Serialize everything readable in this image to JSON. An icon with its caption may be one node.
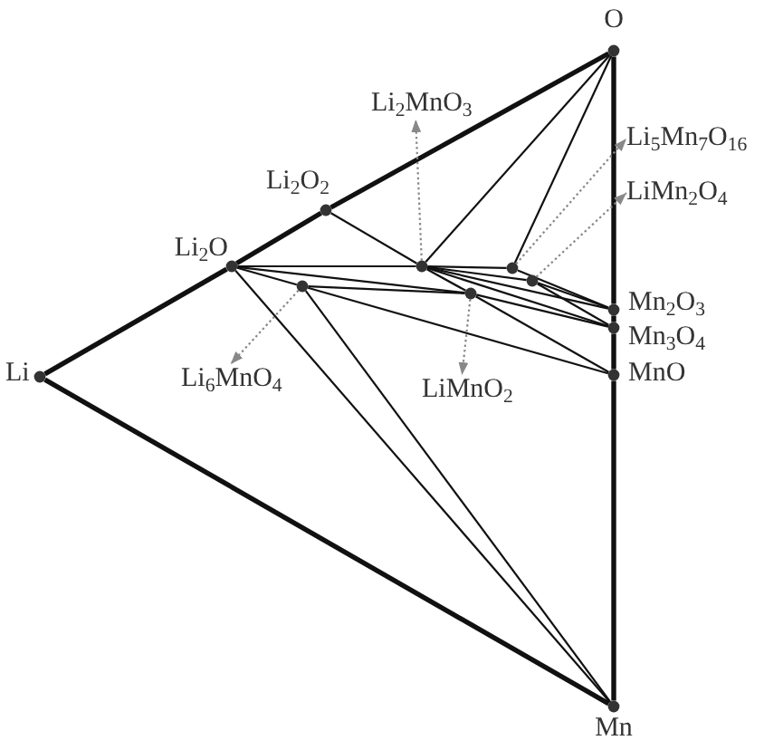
{
  "diagram": {
    "nodes": [
      {
        "text": [],
        "shape": "circle",
        "beside": [
          "O"
        ]
      },
      {
        "text": [
          "Li$_{2}$MnO$_{3}$"
        ]
      },
      {
        "text": [
          "Li$_{5}$Mn$_{7}$O$_{16}$"
        ]
      },
      {
        "text": [],
        "shape": "circle",
        "beside": [
          "Li$_{2}$O$_{2}$"
        ]
      },
      {
        "text": [
          "LiMn$_{2}$O$_{4}$"
        ]
      },
      {
        "text": [],
        "shape": "circle",
        "beside": [
          "Li$_{2}$O"
        ]
      },
      {
        "text": [],
        "shape": "circle"
      },
      {
        "text": [],
        "shape": "circle"
      },
      {
        "text": [],
        "shape": "circle"
      },
      {
        "text": [],
        "shape": "circle"
      },
      {
        "text": [],
        "shape": "circle"
      },
      {
        "text": [],
        "shape": "circle",
        "beside": [
          "Mn$_{2}$O$_{3}$"
        ]
      },
      {
        "text": [],
        "shape": "circle",
        "beside": [
          "Mn$_{3}$O$_{4}$"
        ]
      },
      {
        "text": [],
        "shape": "circle",
        "beside": [
          "MnO"
        ]
      },
      {
        "text": [],
        "shape": "circle",
        "beside": [
          "Li"
        ]
      },
      {
        "text": [
          "Li$_{6}$MnO$_{4}$"
        ]
      },
      {
        "text": [
          "LiMnO$_{2}$"
        ]
      },
      {
        "text": [],
        "shape": "circle",
        "beside": [
          "Mn"
        ]
      }
    ],
    "edges": [
      {
        "from": 0,
        "to": 3,
        "arrow": "none",
        "style": "thick"
      },
      {
        "from": 3,
        "to": 5,
        "arrow": "none",
        "style": "thick"
      },
      {
        "from": 5,
        "to": 14,
        "arrow": "none",
        "style": "thick"
      },
      {
        "from": 14,
        "to": 17,
        "arrow": "none",
        "style": "thick"
      },
      {
        "from": 17,
        "to": 13,
        "arrow": "none",
        "style": "thick"
      },
      {
        "from": 13,
        "to": 12,
        "arrow": "none",
        "style": "thick"
      },
      {
        "from": 12,
        "to": 11,
        "arrow": "none",
        "style": "thick"
      },
      {
        "from": 11,
        "to": 0,
        "arrow": "none",
        "style": "thick"
      },
      {
        "from": 0,
        "to": 6,
        "arrow": "none"
      },
      {
        "from": 0,
        "to": 7,
        "arrow": "none"
      },
      {
        "from": 3,
        "to": 6,
        "arrow": "none"
      },
      {
        "from": 5,
        "to": 6,
        "arrow": "none"
      },
      {
        "from": 6,
        "to": 7,
        "arrow": "none"
      },
      {
        "from": 6,
        "to": 8,
        "arrow": "none"
      },
      {
        "from": 6,
        "to": 11,
        "arrow": "none"
      },
      {
        "from": 6,
        "to": 12,
        "arrow": "none"
      },
      {
        "from": 7,
        "to": 11,
        "arrow": "none"
      },
      {
        "from": 8,
        "to": 11,
        "arrow": "none"
      },
      {
        "from": 8,
        "to": 12,
        "arrow": "none"
      },
      {
        "from": 5,
        "to": 10,
        "arrow": "none"
      },
      {
        "from": 6,
        "to": 10,
        "arrow": "none"
      },
      {
        "from": 10,
        "to": 12,
        "arrow": "none"
      },
      {
        "from": 10,
        "to": 13,
        "arrow": "none"
      },
      {
        "from": 5,
        "to": 9,
        "arrow": "none"
      },
      {
        "from": 9,
        "to": 10,
        "arrow": "none"
      },
      {
        "from": 9,
        "to": 13,
        "arrow": "none"
      },
      {
        "from": 5,
        "to": 17,
        "arrow": "none"
      },
      {
        "from": 9,
        "to": 17,
        "arrow": "none"
      },
      {
        "from": 6,
        "to": 1,
        "arrow": "to",
        "style": "dashed",
        "color": "#888888"
      },
      {
        "from": 7,
        "to": 2,
        "arrow": "to",
        "style": "dashed",
        "color": "#888888"
      },
      {
        "from": 8,
        "to": 4,
        "arrow": "to",
        "style": "dashed",
        "color": "#888888"
      },
      {
        "from": 9,
        "to": 15,
        "arrow": "to",
        "style": "dashed",
        "color": "#888888"
      },
      {
        "from": 10,
        "to": 16,
        "arrow": "to",
        "style": "dashed",
        "color": "#888888"
      }
    ]
  }
}
